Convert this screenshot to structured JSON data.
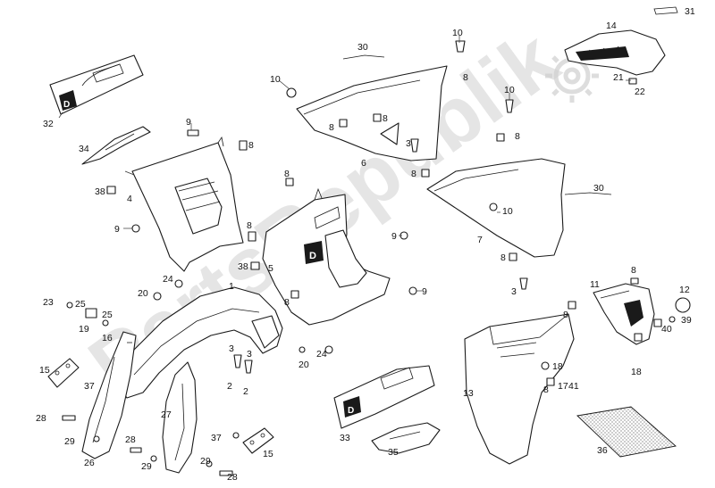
{
  "watermark": {
    "text": "PartsRepublik"
  },
  "decals": {
    "badge_letter": "D"
  },
  "labels": {
    "l1": "1",
    "l2a": "2",
    "l2b": "2",
    "l3a": "3",
    "l3b": "3",
    "l3c": "3",
    "l3d": "3",
    "l4": "4",
    "l5": "5",
    "l6": "6",
    "l7": "7",
    "l8a": "8",
    "l8b": "8",
    "l8c": "8",
    "l8d": "8",
    "l8e": "8",
    "l8f": "8",
    "l8g": "8",
    "l8h": "8",
    "l8i": "8",
    "l8j": "8",
    "l8k": "8",
    "l8l": "8",
    "l8m": "8",
    "l9a": "9",
    "l9b": "9",
    "l9c": "9",
    "l9d": "9",
    "l10a": "10",
    "l10b": "10",
    "l10c": "10",
    "l10d": "10",
    "l11": "11",
    "l12": "12",
    "l13": "13",
    "l14": "14",
    "l15a": "15",
    "l15b": "15",
    "l16": "16",
    "l17": "17",
    "l18a": "18",
    "l18b": "18",
    "l19": "19",
    "l20a": "20",
    "l20b": "20",
    "l21": "21",
    "l22": "22",
    "l23": "23",
    "l24a": "24",
    "l24b": "24",
    "l25a": "25",
    "l25b": "25",
    "l26": "26",
    "l27": "27",
    "l28a": "28",
    "l28b": "28",
    "l28c": "28",
    "l29a": "29",
    "l29b": "29",
    "l29c": "29",
    "l30a": "30",
    "l30b": "30",
    "l31": "31",
    "l32": "32",
    "l33": "33",
    "l34": "34",
    "l35": "35",
    "l36": "36",
    "l37a": "37",
    "l37b": "37",
    "l38a": "38",
    "l38b": "38",
    "l39": "39",
    "l40": "40",
    "l41": "41"
  }
}
